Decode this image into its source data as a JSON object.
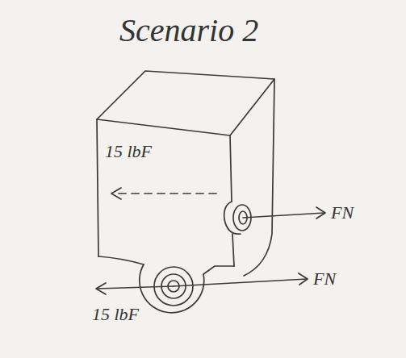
{
  "diagram": {
    "title": "Scenario 2",
    "labels": [
      "15 lbF",
      "FN",
      "FN",
      "15 lbF"
    ]
  }
}
